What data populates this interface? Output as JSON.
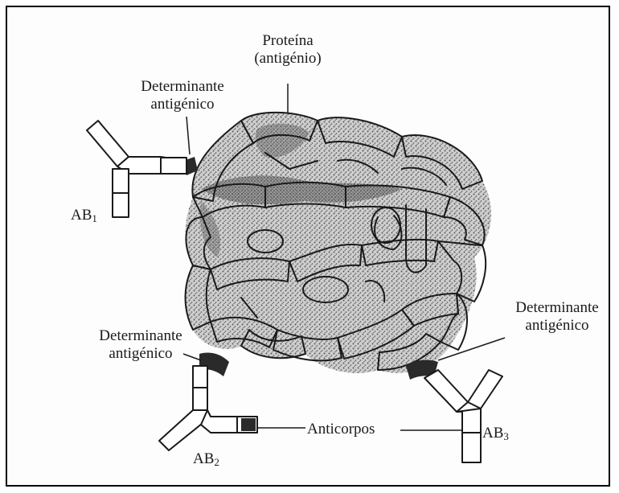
{
  "labels": {
    "protein_line1": "Proteína",
    "protein_line2": "(antigénio)",
    "det1_line1": "Determinante",
    "det1_line2": "antigénico",
    "det2_line1": "Determinante",
    "det2_line2": "antigénico",
    "det3_line1": "Determinante",
    "det3_line2": "antigénico",
    "anticorpos": "Anticorpos",
    "ab1_base": "AB",
    "ab1_sub": "1",
    "ab2_base": "AB",
    "ab2_sub": "2",
    "ab3_base": "AB",
    "ab3_sub": "3"
  },
  "colors": {
    "ink": "#1a1a1a",
    "shade": "#7a7a7a",
    "determinant": "#2a2a2a"
  }
}
